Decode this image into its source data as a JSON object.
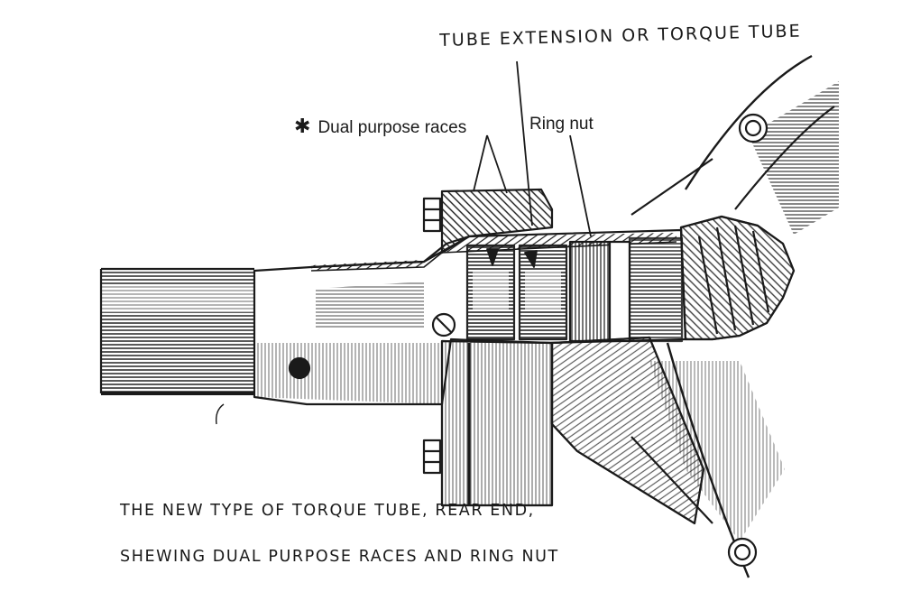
{
  "labels": {
    "tube_extension": "TUBE EXTENSION OR TORQUE TUBE",
    "races_marker": "✱",
    "dual_purpose_races": "Dual purpose races",
    "ring_nut": "Ring nut"
  },
  "caption": {
    "line1": "THE NEW TYPE OF TORQUE TUBE, REAR END,",
    "line2": "SHEWING DUAL PURPOSE RACES AND RING NUT"
  },
  "colors": {
    "ink": "#1a1a1a",
    "paper": "#ffffff"
  }
}
